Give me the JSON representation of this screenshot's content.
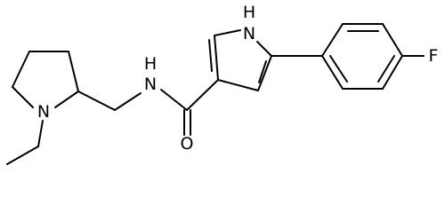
{
  "structure": {
    "atoms": {
      "fluorine": "F",
      "pyrrole_nh": "H",
      "pyrrole_n": "N",
      "amide_nh": "H",
      "amide_n": "N",
      "carbonyl_o": "O",
      "pyrrolidine_n": "N"
    }
  },
  "colors": {
    "bond": "#000000",
    "label": "#000000",
    "background": "#ffffff"
  }
}
